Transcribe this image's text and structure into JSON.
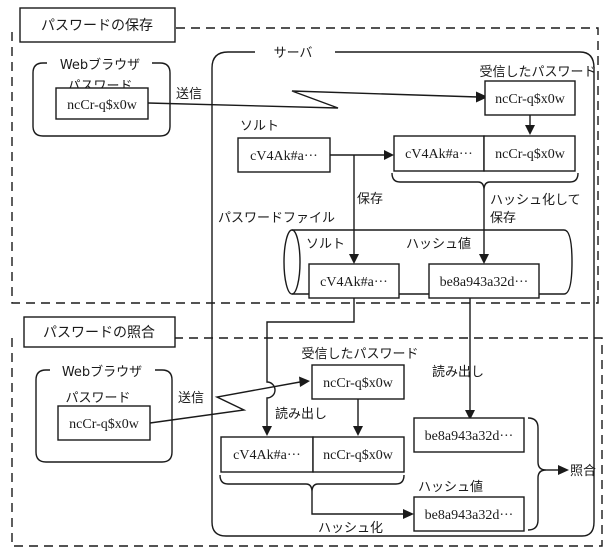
{
  "sections": {
    "storage": {
      "title": "パスワードの保存",
      "browser": {
        "label": "Webブラウザ",
        "password_label": "パスワード",
        "password_value": "ncCr-q$x0w"
      },
      "send_label": "送信",
      "server": {
        "label": "サーバ",
        "received_label": "受信したパスワード",
        "received_value": "ncCr-q$x0w",
        "salt_label": "ソルト",
        "salt_value": "cV4Ak#a···",
        "combined_salt": "cV4Ak#a···",
        "combined_password": "ncCr-q$x0w",
        "save_label": "保存",
        "hash_and_save_label_1": "ハッシュ化して",
        "hash_and_save_label_2": "保存",
        "password_file_label": "パスワードファイル",
        "file_salt_label": "ソルト",
        "file_salt_value": "cV4Ak#a···",
        "file_hash_label": "ハッシュ値",
        "file_hash_value": "be8a943a32d···"
      }
    },
    "verification": {
      "title": "パスワードの照合",
      "browser": {
        "label": "Webブラウザ",
        "password_label": "パスワード",
        "password_value": "ncCr-q$x0w"
      },
      "send_label": "送信",
      "server": {
        "received_label": "受信したパスワード",
        "received_value": "ncCr-q$x0w",
        "read_label_left": "読み出し",
        "read_label_right": "読み出し",
        "combined_salt": "cV4Ak#a···",
        "combined_password": "ncCr-q$x0w",
        "stored_hash_value": "be8a943a32d···",
        "hash_label": "ハッシュ値",
        "computed_hash_value": "be8a943a32d···",
        "hashing_label": "ハッシュ化",
        "compare_label": "照合"
      }
    }
  }
}
